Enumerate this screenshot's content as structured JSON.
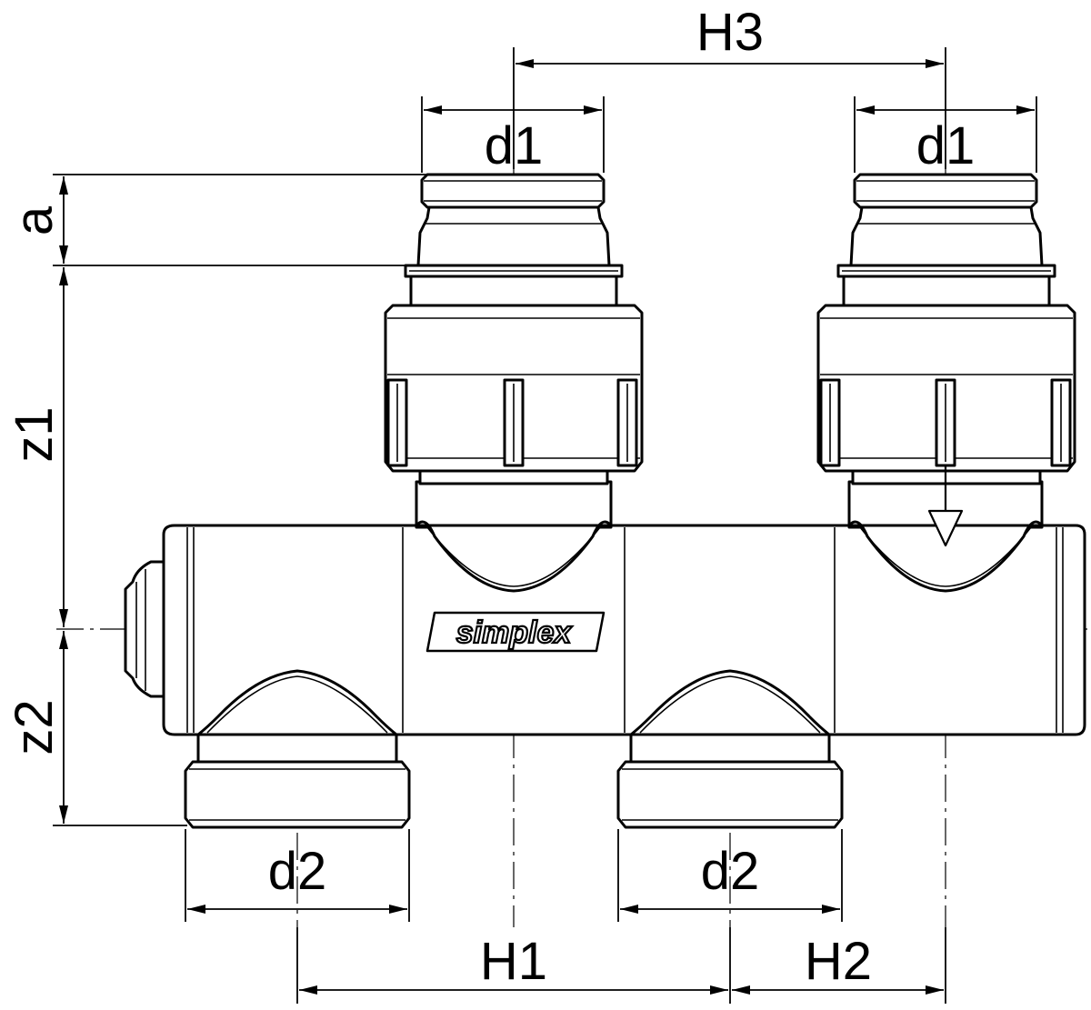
{
  "brand": {
    "logo_text": "simplex"
  },
  "dimensions": {
    "H3": "H3",
    "d1_left": "d1",
    "d1_right": "d1",
    "a": "a",
    "z1": "z1",
    "z2": "z2",
    "d2_left": "d2",
    "d2_right": "d2",
    "H1": "H1",
    "H2": "H2"
  }
}
